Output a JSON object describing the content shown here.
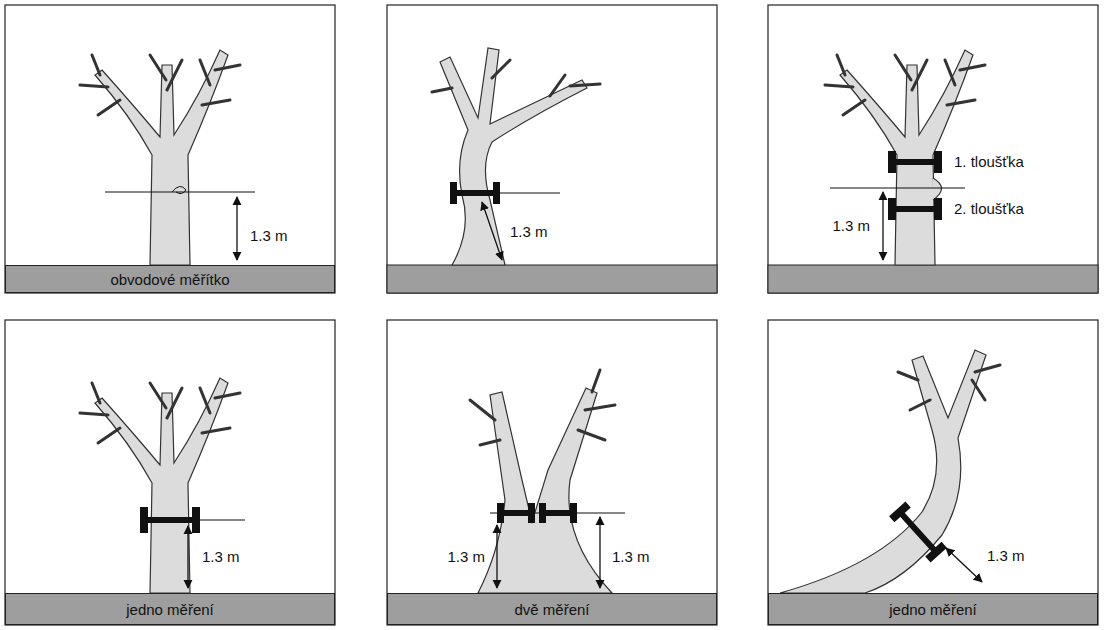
{
  "diagram": {
    "nodes": [
      {
        "text": [
          "obvodové měřítko"
        ]
      },
      {
        "text": [
          "jedno měření"
        ]
      },
      {
        "text": [
          "dvě měření"
        ]
      },
      {
        "text": [
          "jedno měření"
        ]
      }
    ],
    "labels": [
      "1.3 m",
      "1.3 m",
      "1. tloušťka",
      "2. tloušťka",
      "1.3 m",
      "1.3 m",
      "1.3 m",
      "1.3 m",
      "1.3 m"
    ]
  }
}
